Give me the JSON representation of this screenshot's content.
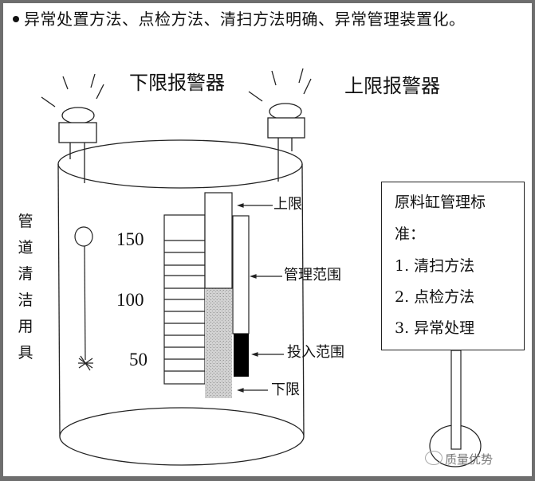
{
  "headline": {
    "bullet": "bullet-dot",
    "text": "异常处置方法、点检方法、清扫方法明确、异常管理装置化。"
  },
  "alarms": {
    "lower_label": "下限报警器",
    "upper_label": "上限报警器"
  },
  "side_label": {
    "chars": [
      "管",
      "道",
      "清",
      "洁",
      "用",
      "具"
    ]
  },
  "gauge": {
    "scale_ticks": [
      "150",
      "100",
      "50"
    ],
    "markers": {
      "upper_limit": "上限",
      "management_range": "管理范围",
      "input_range": "投入范围",
      "lower_limit": "下限"
    }
  },
  "sign": {
    "title_line1": "原料缸管理标",
    "title_line2": "准：",
    "items": [
      "1. 清扫方法",
      "2. 点检方法",
      "3. 异常处理"
    ]
  },
  "watermark": {
    "icon": "wechat-icon",
    "text": "质量优势"
  },
  "colors": {
    "frame": "#6e6e6e",
    "line": "#222222",
    "fill_gray": "#c8c8c8",
    "fill_black": "#000000"
  }
}
